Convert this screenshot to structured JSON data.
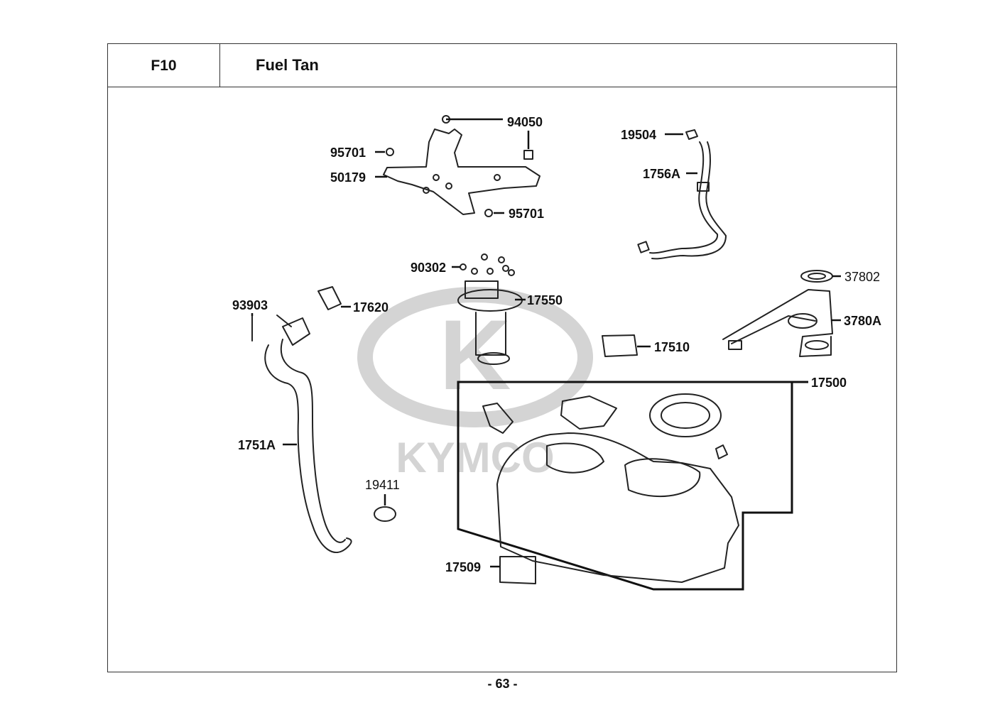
{
  "header": {
    "code": "F10",
    "title": "Fuel Tan"
  },
  "watermark": {
    "brand": "KYMCO",
    "logo_letter": "K"
  },
  "footer": {
    "page_number": "- 63 -"
  },
  "colors": {
    "ink": "#111111",
    "watermark": "#d4d4d4",
    "background": "#ffffff"
  },
  "callouts": [
    {
      "id": "94050",
      "text": "94050"
    },
    {
      "id": "95701a",
      "text": "95701"
    },
    {
      "id": "50179",
      "text": "50179"
    },
    {
      "id": "95701b",
      "text": "95701"
    },
    {
      "id": "19504",
      "text": "19504"
    },
    {
      "id": "1756A",
      "text": "1756A"
    },
    {
      "id": "90302",
      "text": "90302"
    },
    {
      "id": "17550",
      "text": "17550"
    },
    {
      "id": "37802",
      "text": "37802"
    },
    {
      "id": "3780A",
      "text": "3780A"
    },
    {
      "id": "93903",
      "text": "93903"
    },
    {
      "id": "17620",
      "text": "17620"
    },
    {
      "id": "17510",
      "text": "17510"
    },
    {
      "id": "17500",
      "text": "17500"
    },
    {
      "id": "1751A",
      "text": "1751A"
    },
    {
      "id": "19411",
      "text": "19411"
    },
    {
      "id": "17509",
      "text": "17509"
    }
  ]
}
